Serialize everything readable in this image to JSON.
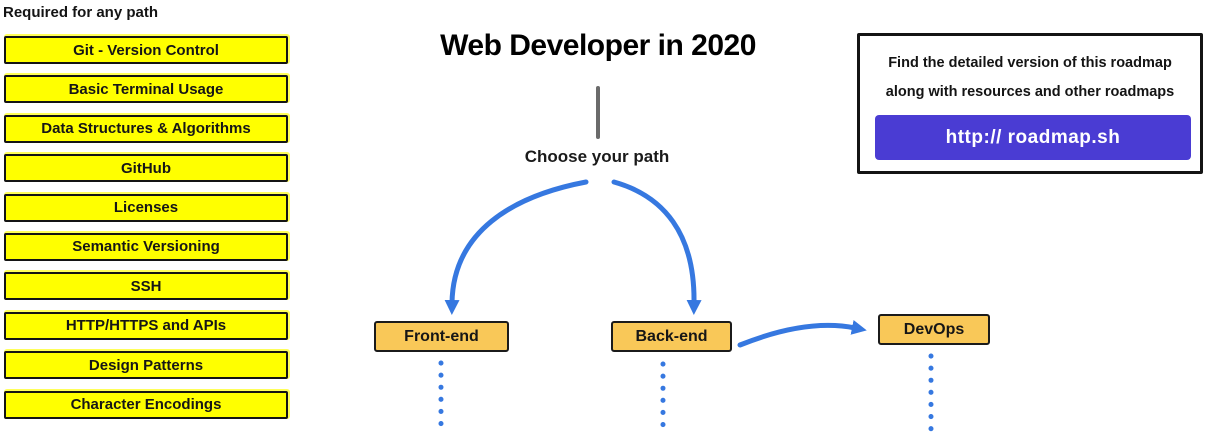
{
  "required": {
    "heading": "Required for any path",
    "items": [
      "Git - Version Control",
      "Basic Terminal Usage",
      "Data Structures & Algorithms",
      "GitHub",
      "Licenses",
      "Semantic Versioning",
      "SSH",
      "HTTP/HTTPS and APIs",
      "Design Patterns",
      "Character Encodings"
    ]
  },
  "center": {
    "title": "Web Developer in 2020",
    "choose_label": "Choose your path",
    "paths": {
      "frontend": "Front-end",
      "backend": "Back-end",
      "devops": "DevOps"
    }
  },
  "info_box": {
    "line1": "Find the detailed version of this roadmap",
    "line2": "along with resources and other roadmaps",
    "link_label": "http:// roadmap.sh"
  },
  "colors": {
    "highlight_yellow": "#ffff00",
    "path_node_orange": "#f9c858",
    "arrow_blue": "#3678e0",
    "link_purple": "#4a3cd3",
    "border_black": "#141414",
    "connector_gray": "#6b6b6b"
  }
}
